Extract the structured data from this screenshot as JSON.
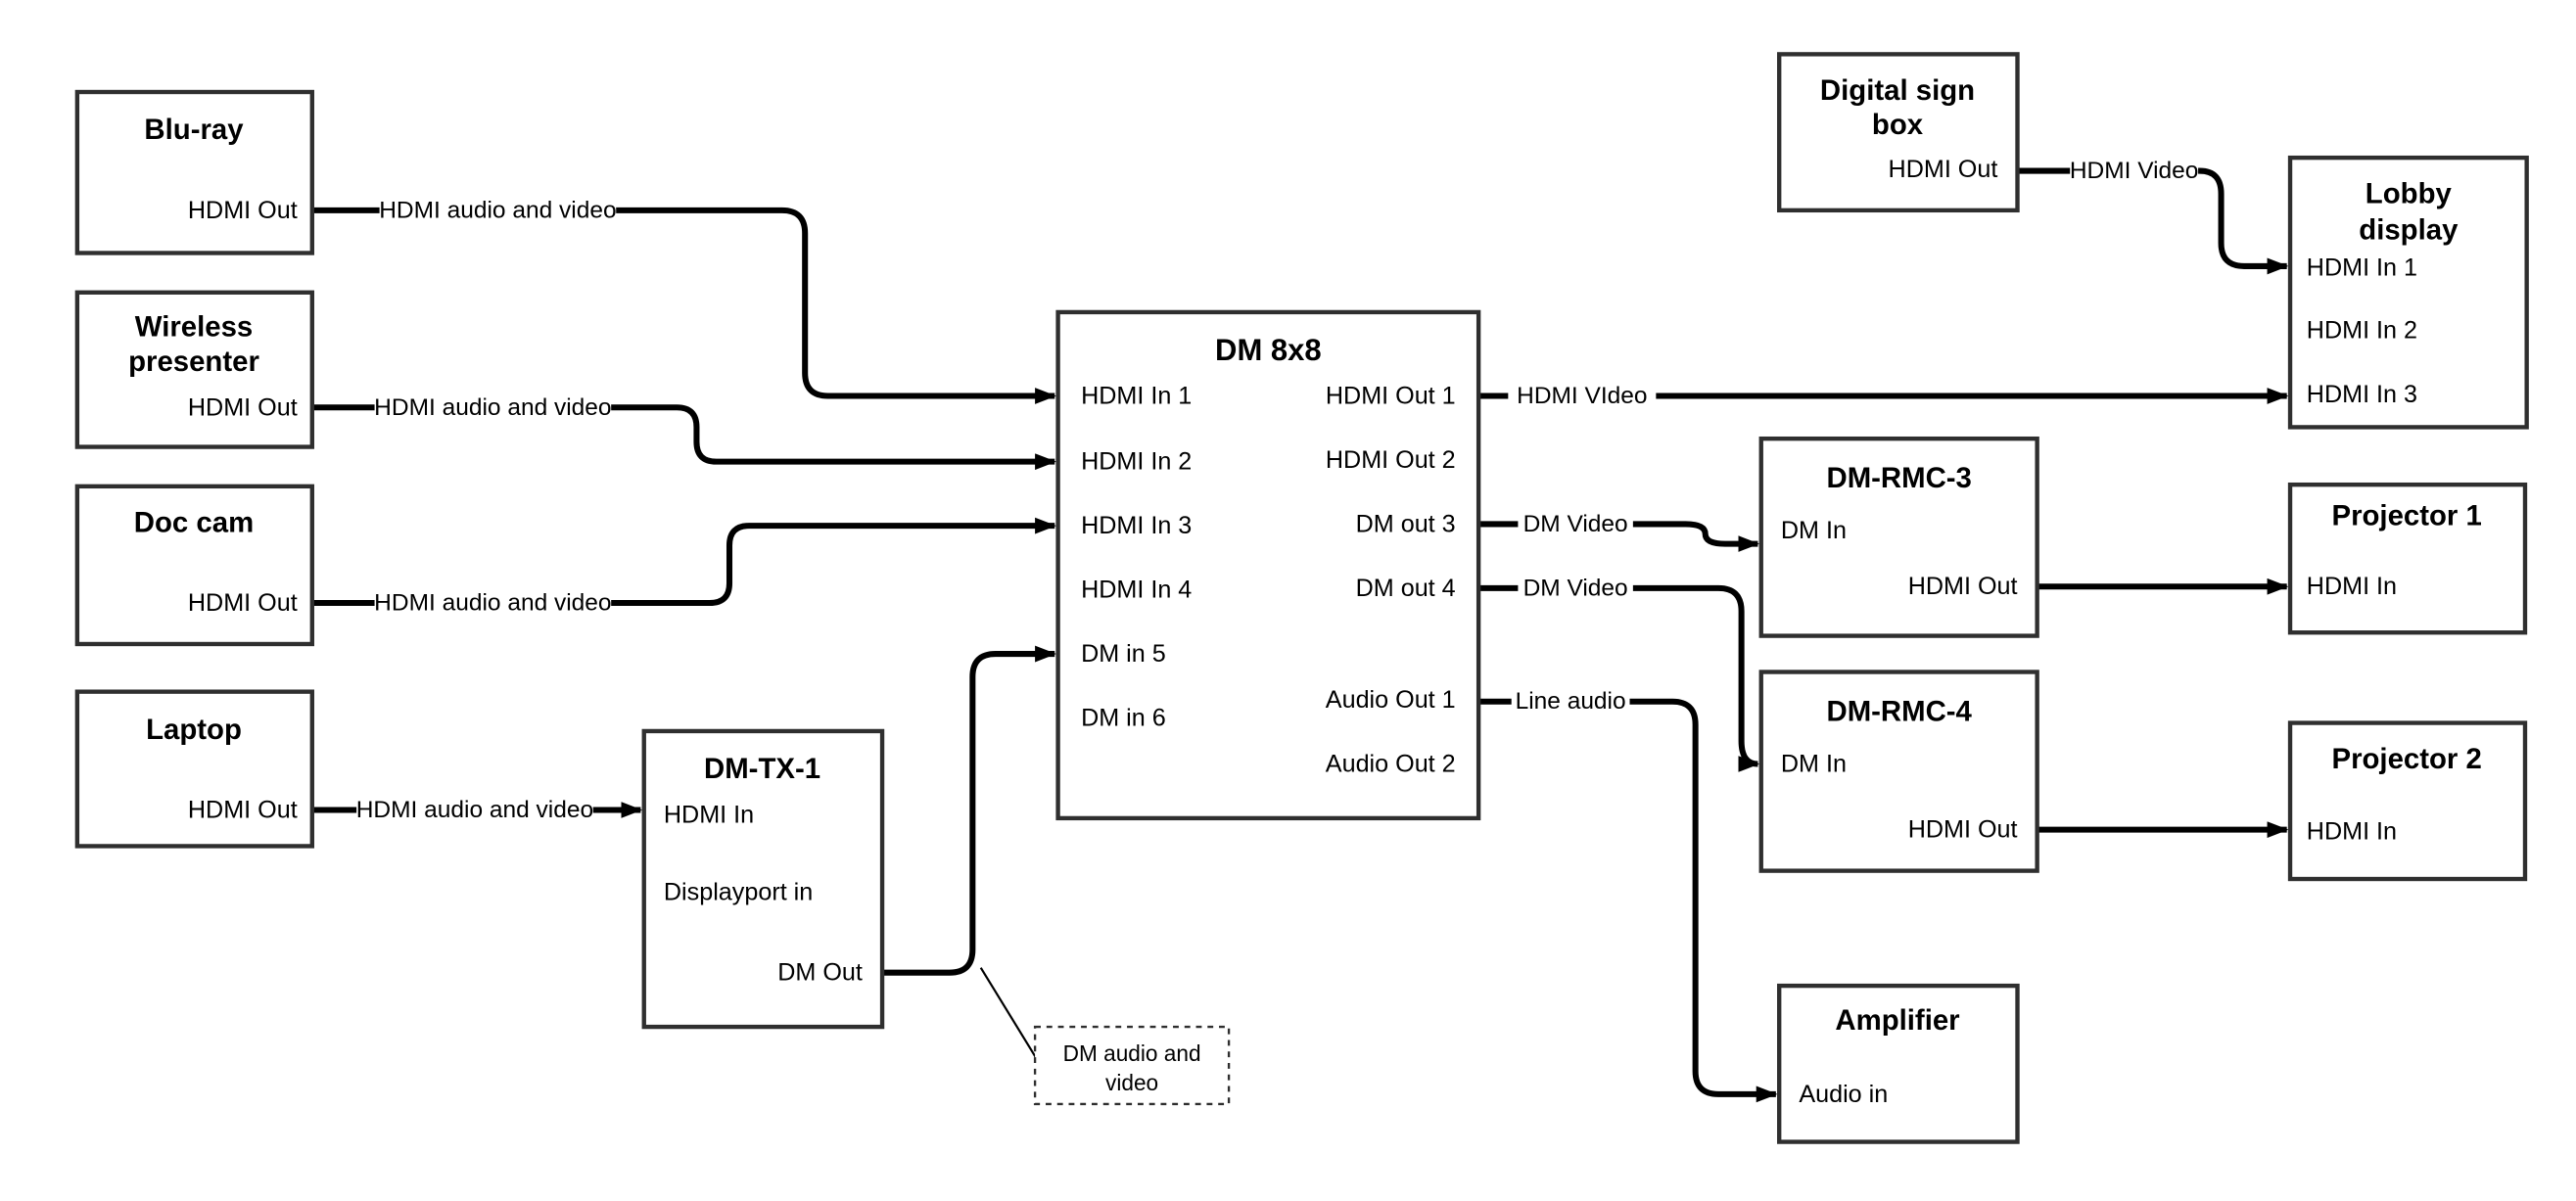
{
  "nodes": {
    "bluray": {
      "title": "Blu-ray",
      "port_hdmi_out": "HDMI Out"
    },
    "wireless": {
      "title_line1": "Wireless",
      "title_line2": "presenter",
      "port_hdmi_out": "HDMI Out"
    },
    "doccam": {
      "title": "Doc cam",
      "port_hdmi_out": "HDMI Out"
    },
    "laptop": {
      "title": "Laptop",
      "port_hdmi_out": "HDMI Out"
    },
    "dmtx1": {
      "title": "DM-TX-1",
      "port_hdmi_in": "HDMI In",
      "port_displayport_in": "Displayport in",
      "port_dm_out": "DM Out"
    },
    "dm8x8": {
      "title": "DM 8x8",
      "port_in1": "HDMI In 1",
      "port_in2": "HDMI In 2",
      "port_in3": "HDMI In 3",
      "port_in4": "HDMI In 4",
      "port_in5": "DM in 5",
      "port_in6": "DM in 6",
      "port_out1": "HDMI Out 1",
      "port_out2": "HDMI Out 2",
      "port_out3": "DM out 3",
      "port_out4": "DM out 4",
      "port_audio1": "Audio Out 1",
      "port_audio2": "Audio Out 2"
    },
    "digitalsign": {
      "title_line1": "Digital sign",
      "title_line2": "box",
      "port_hdmi_out": "HDMI Out"
    },
    "lobby": {
      "title_line1": "Lobby",
      "title_line2": "display",
      "port_in1": "HDMI In 1",
      "port_in2": "HDMI In 2",
      "port_in3": "HDMI In 3"
    },
    "dmrmc3": {
      "title": "DM-RMC-3",
      "port_dm_in": "DM In",
      "port_hdmi_out": "HDMI Out"
    },
    "proj1": {
      "title": "Projector 1",
      "port_hdmi_in": "HDMI In"
    },
    "dmrmc4": {
      "title": "DM-RMC-4",
      "port_dm_in": "DM In",
      "port_hdmi_out": "HDMI Out"
    },
    "proj2": {
      "title": "Projector 2",
      "port_hdmi_in": "HDMI In"
    },
    "amplifier": {
      "title": "Amplifier",
      "port_audio_in": "Audio in"
    }
  },
  "edge_labels": {
    "bluray_dm": "HDMI audio and video",
    "wireless_dm": "HDMI audio and video",
    "doccam_dm": "HDMI audio and video",
    "laptop_tx": "HDMI audio and video",
    "out1_lobby": "HDMI VIdeo",
    "out3_rmc3": "DM Video",
    "out4_rmc4": "DM Video",
    "audio1_amp": "Line audio",
    "sign_lobby": "HDMI Video"
  },
  "note": {
    "line1": "DM audio and",
    "line2": "video"
  },
  "colors": {
    "wire": "#000000",
    "box_border": "#2f2f2f",
    "text": "#000000",
    "background": "#ffffff"
  }
}
